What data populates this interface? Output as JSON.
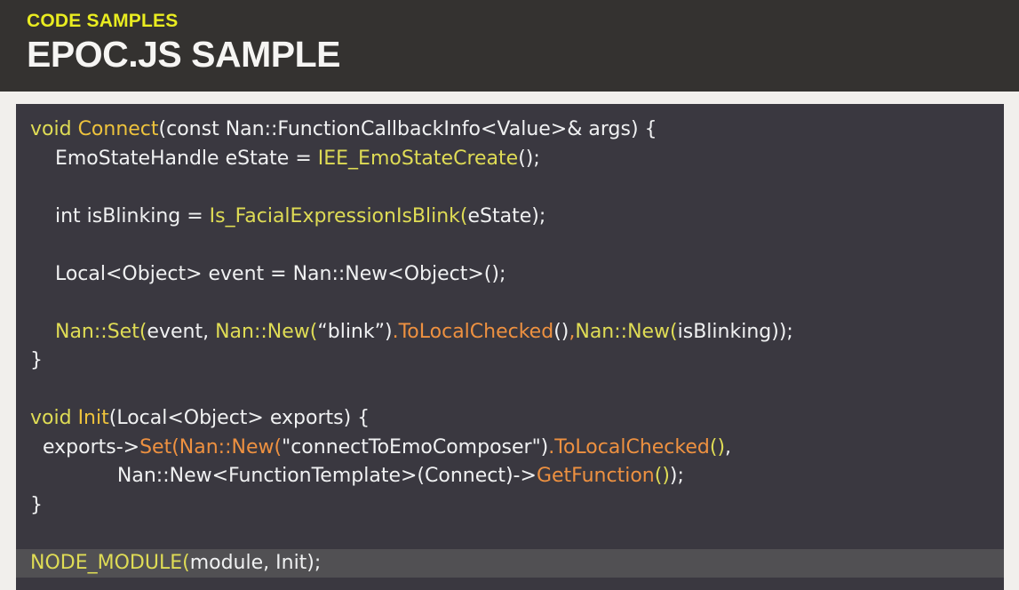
{
  "header": {
    "eyebrow": "CODE SAMPLES",
    "title": "EPOC.JS SAMPLE"
  },
  "colors": {
    "header_bg": "#343230",
    "page_bg": "#f1efec",
    "code_bg": "#3a3840",
    "highlight_row": "#515053",
    "eyebrow_yellow": "#e9ec20",
    "title_white": "#f6f5f3",
    "tok_w": "#f0f1f2",
    "tok_y": "#dfdc55",
    "tok_g": "#eec33c",
    "tok_o": "#ee9140"
  },
  "code": {
    "language": "cpp-node-addon",
    "lines": [
      {
        "highlight": false,
        "segments": [
          {
            "t": "void",
            "c": "y"
          },
          {
            "t": " ",
            "c": "w"
          },
          {
            "t": "Connect",
            "c": "g"
          },
          {
            "t": "(const Nan::FunctionCallbackInfo<Value>& args) {",
            "c": "w"
          }
        ]
      },
      {
        "highlight": false,
        "segments": [
          {
            "t": "    EmoStateHandle eState = ",
            "c": "w"
          },
          {
            "t": "IEE_EmoStateCreate",
            "c": "y"
          },
          {
            "t": "();",
            "c": "w"
          }
        ]
      },
      {
        "highlight": false,
        "segments": []
      },
      {
        "highlight": false,
        "segments": [
          {
            "t": "    int isBlinking = ",
            "c": "w"
          },
          {
            "t": "Is_FacialExpressionIsBlink(",
            "c": "y"
          },
          {
            "t": "eState);",
            "c": "w"
          }
        ]
      },
      {
        "highlight": false,
        "segments": []
      },
      {
        "highlight": false,
        "segments": [
          {
            "t": "    Local<Object> event = Nan::New<Object>();",
            "c": "w"
          }
        ]
      },
      {
        "highlight": false,
        "segments": []
      },
      {
        "highlight": false,
        "segments": [
          {
            "t": "    ",
            "c": "w"
          },
          {
            "t": "Nan::Set(",
            "c": "y"
          },
          {
            "t": "event, ",
            "c": "w"
          },
          {
            "t": "Nan::New(",
            "c": "y"
          },
          {
            "t": "“blink”)",
            "c": "w"
          },
          {
            "t": ".ToLocalChecked",
            "c": "o"
          },
          {
            "t": "()",
            "c": "w"
          },
          {
            "t": ",",
            "c": "o"
          },
          {
            "t": "Nan::New(",
            "c": "y"
          },
          {
            "t": "isBlinking));",
            "c": "w"
          }
        ]
      },
      {
        "highlight": false,
        "segments": [
          {
            "t": "}",
            "c": "w"
          }
        ]
      },
      {
        "highlight": false,
        "segments": []
      },
      {
        "highlight": false,
        "segments": [
          {
            "t": "void",
            "c": "y"
          },
          {
            "t": " ",
            "c": "w"
          },
          {
            "t": "Init",
            "c": "g"
          },
          {
            "t": "(Local<Object> exports) {",
            "c": "w"
          }
        ]
      },
      {
        "highlight": false,
        "segments": [
          {
            "t": "  exports->",
            "c": "w"
          },
          {
            "t": "Set(Nan::New(",
            "c": "o"
          },
          {
            "t": "\"connectToEmoComposer\")",
            "c": "w"
          },
          {
            "t": ".ToLocalChecked",
            "c": "o"
          },
          {
            "t": "()",
            "c": "y"
          },
          {
            "t": ",",
            "c": "w"
          }
        ]
      },
      {
        "highlight": false,
        "segments": [
          {
            "t": "              Nan::New<FunctionTemplate>(Connect)->",
            "c": "w"
          },
          {
            "t": "GetFunction",
            "c": "o"
          },
          {
            "t": "()",
            "c": "y"
          },
          {
            "t": ");",
            "c": "w"
          }
        ]
      },
      {
        "highlight": false,
        "segments": [
          {
            "t": "}",
            "c": "w"
          }
        ]
      },
      {
        "highlight": false,
        "segments": []
      },
      {
        "highlight": true,
        "segments": [
          {
            "t": "NODE_MODULE(",
            "c": "y"
          },
          {
            "t": "module, Init);",
            "c": "w"
          }
        ]
      }
    ]
  }
}
